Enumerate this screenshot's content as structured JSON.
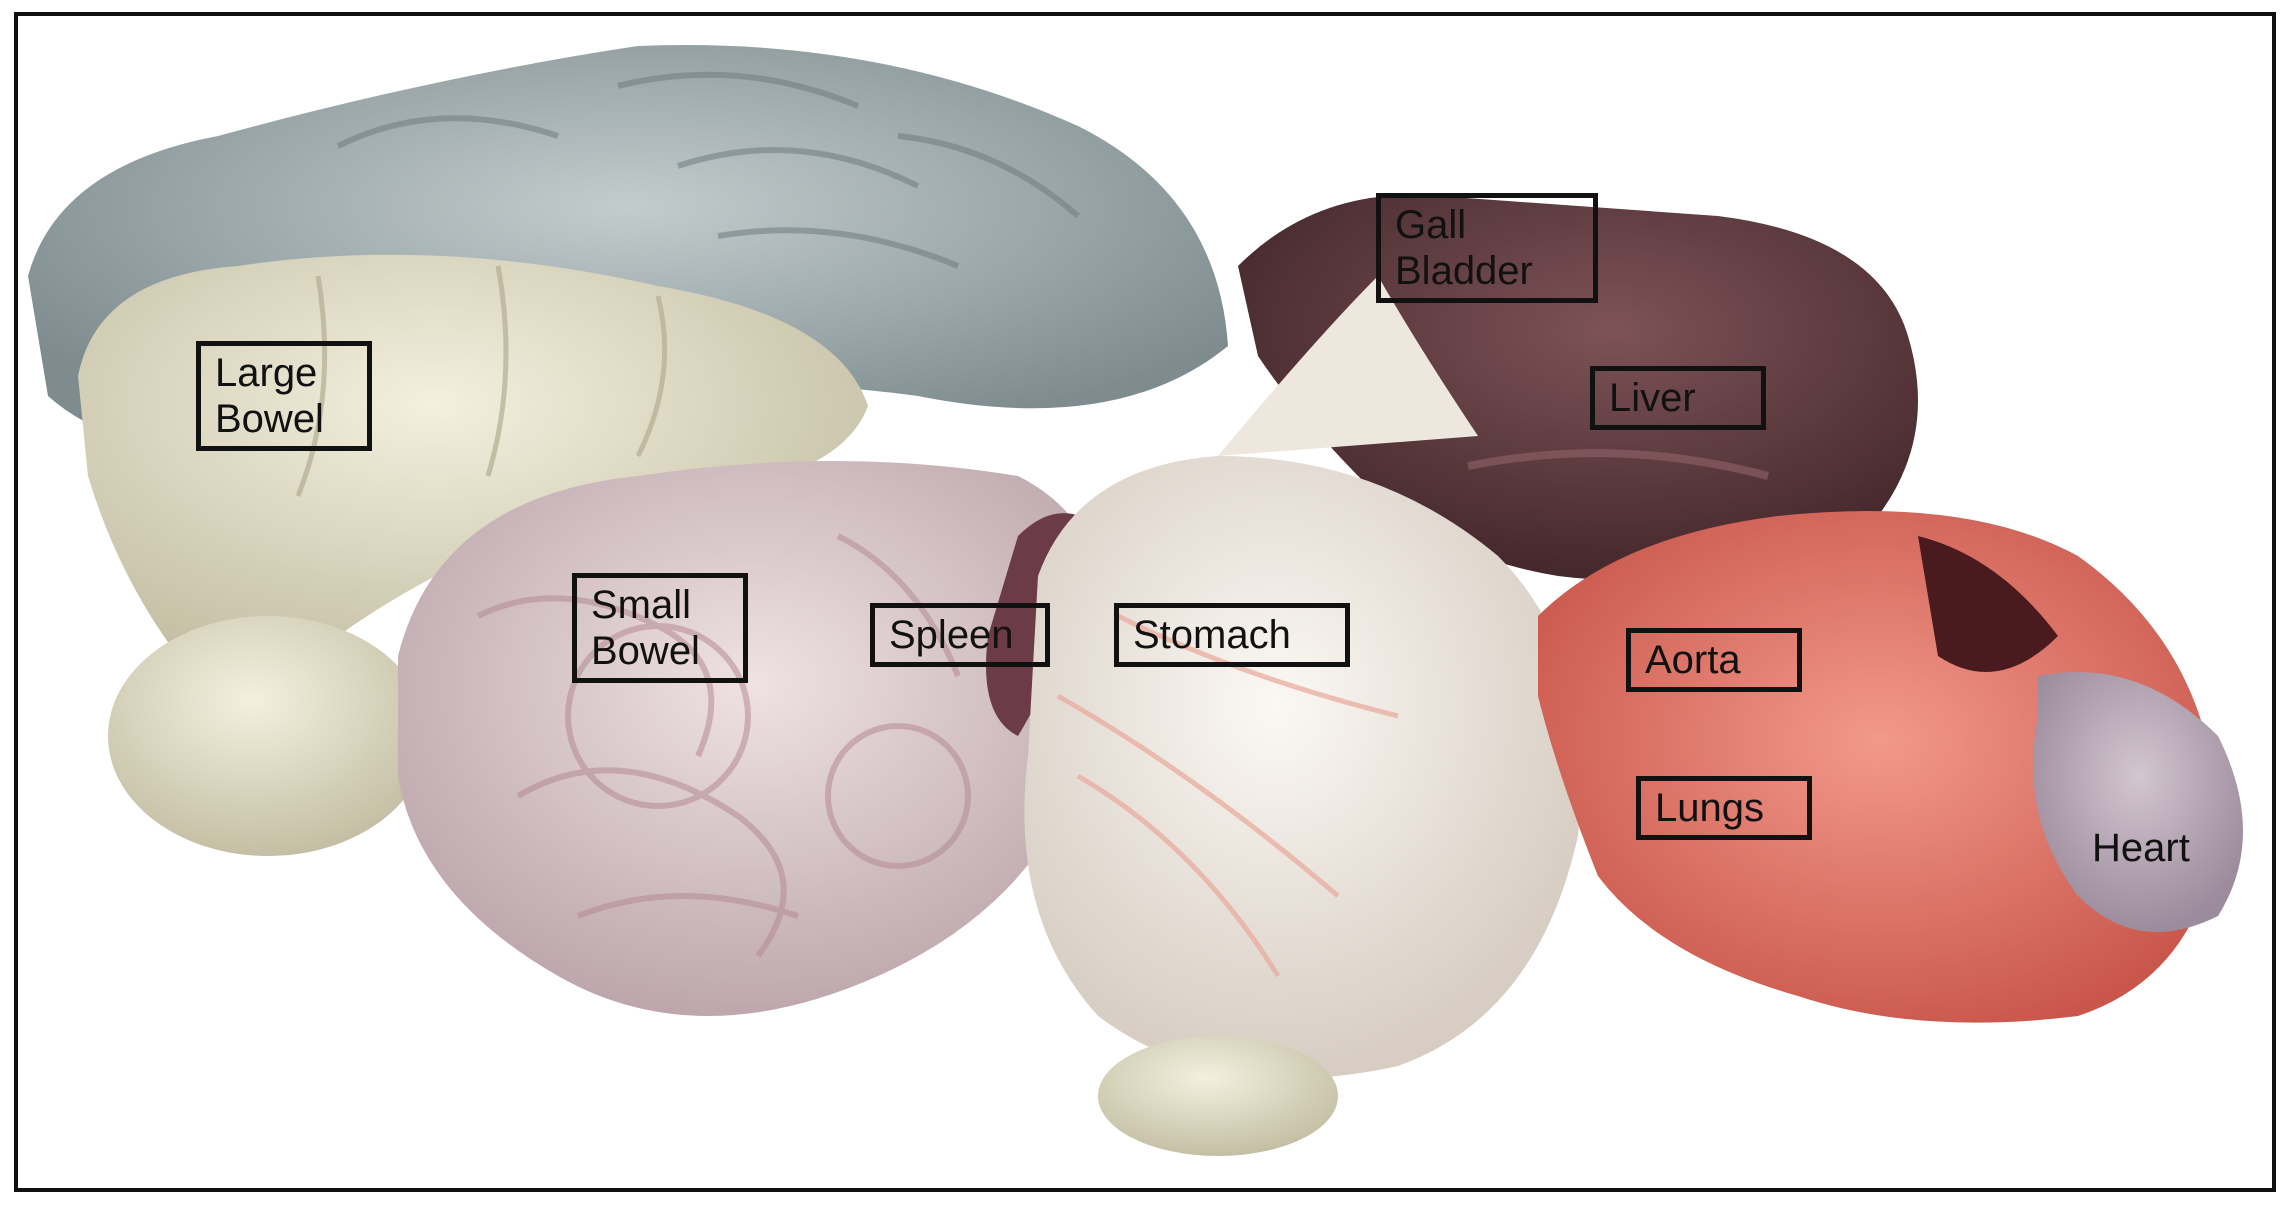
{
  "labels": {
    "large_bowel": "Large\nBowel",
    "small_bowel": "Small\nBowel",
    "spleen": "Spleen",
    "stomach": "Stomach",
    "gall_bladder": "Gall\nBladder",
    "liver": "Liver",
    "aorta": "Aorta",
    "lungs": "Lungs",
    "heart": "Heart"
  },
  "colors": {
    "frame": "#111111",
    "bowel_grey": "#9aa6a8",
    "bowel_cream": "#dcd8c2",
    "bowel_pink": "#d9c3c7",
    "liver": "#5a3a3e",
    "stomach": "#ece6e0",
    "lungs": "#e07a6e",
    "heart": "#b8a8b6"
  }
}
